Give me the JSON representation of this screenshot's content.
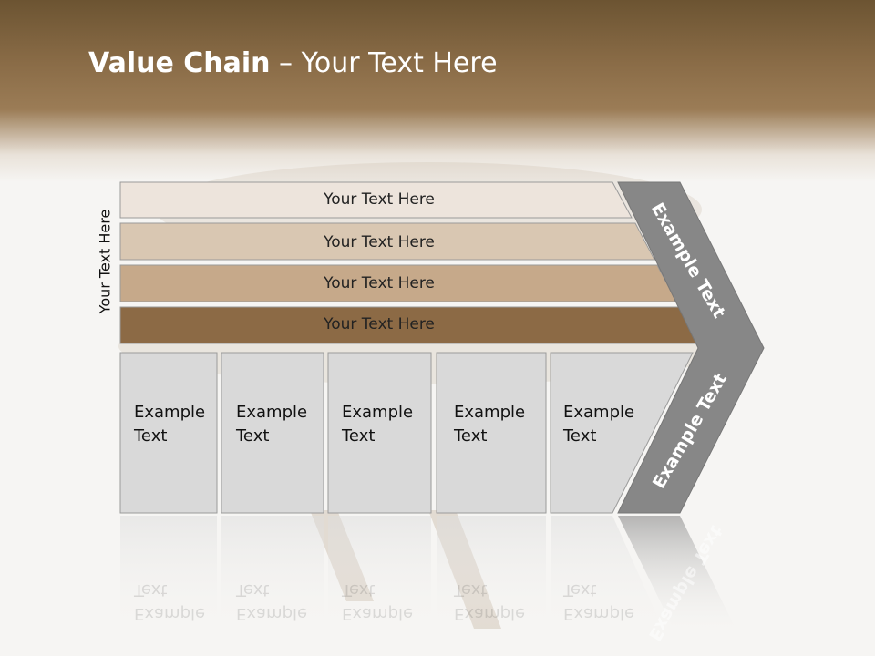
{
  "title": {
    "bold": "Value Chain",
    "rest": " – Your Text Here"
  },
  "side_label": "Your Text Here",
  "bands": [
    {
      "label": "Your Text Here",
      "fill": "#ede4dc"
    },
    {
      "label": "Your Text Here",
      "fill": "#d9c7b2"
    },
    {
      "label": "Your Text Here",
      "fill": "#c6a98a"
    },
    {
      "label": "Your Text Here",
      "fill": "#8c6a45"
    }
  ],
  "columns": [
    {
      "line1": "Example",
      "line2": "Text"
    },
    {
      "line1": "Example",
      "line2": "Text"
    },
    {
      "line1": "Example",
      "line2": "Text"
    },
    {
      "line1": "Example",
      "line2": "Text"
    },
    {
      "line1": "Example",
      "line2": "Text"
    }
  ],
  "chevron": {
    "top_label": "Example Text",
    "bottom_label": "Example Text"
  },
  "colors": {
    "header": "#8a6c47",
    "column_fill": "#d9d9d9",
    "chevron_fill": "#878787"
  }
}
